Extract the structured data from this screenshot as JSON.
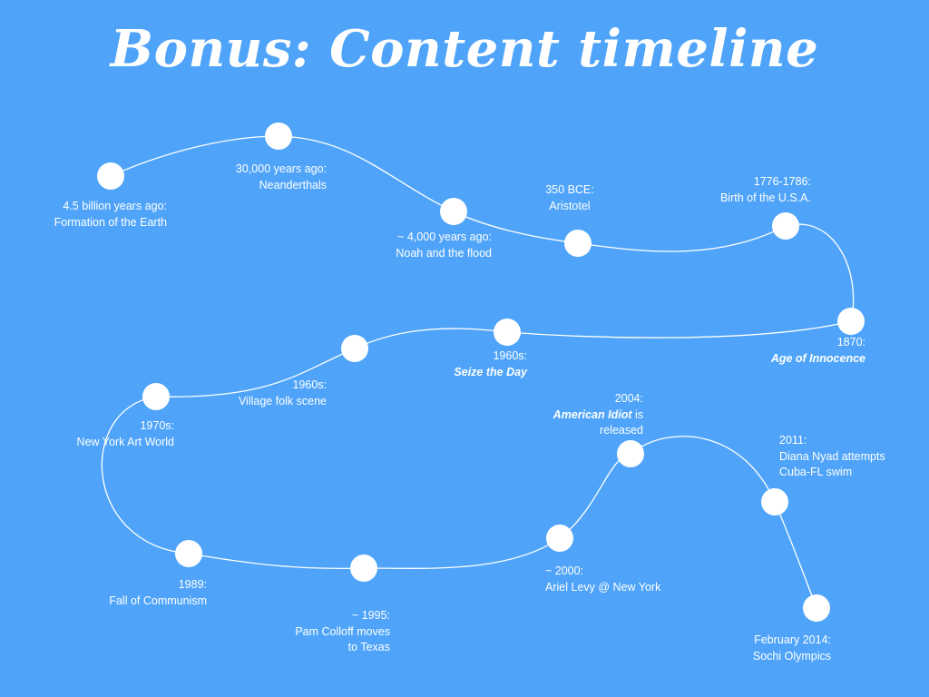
{
  "title": "Bonus: Content timeline",
  "colors": {
    "background": "#4fa4f9",
    "foreground": "#ffffff"
  },
  "events": [
    {
      "id": "earth",
      "lines": [
        "4.5 billion years ago:",
        "Formation of the Earth"
      ]
    },
    {
      "id": "neanderthals",
      "lines": [
        "30,000 years ago:",
        "Neanderthals"
      ]
    },
    {
      "id": "noah",
      "lines": [
        "~ 4,000 years ago:",
        "Noah and the flood"
      ]
    },
    {
      "id": "aristotel",
      "lines": [
        "350 BCE:",
        "Aristotel"
      ]
    },
    {
      "id": "usa",
      "lines": [
        "1776-1786:",
        "Birth of the U.S.A."
      ]
    },
    {
      "id": "age-of-innocence",
      "lines": [
        "1870:",
        "Age of Innocence"
      ]
    },
    {
      "id": "seize-the-day",
      "lines": [
        "1960s:",
        "Seize the Day"
      ]
    },
    {
      "id": "folk-scene",
      "lines": [
        "1960s:",
        "Village folk scene"
      ]
    },
    {
      "id": "art-world",
      "lines": [
        "1970s:",
        "New York Art World"
      ]
    },
    {
      "id": "communism",
      "lines": [
        "1989:",
        "Fall of Communism"
      ]
    },
    {
      "id": "colloff",
      "lines": [
        "~ 1995:",
        "Pam Colloff moves",
        "to Texas"
      ]
    },
    {
      "id": "ariel-levy",
      "lines": [
        "~ 2000:",
        "Ariel Levy @ New York"
      ]
    },
    {
      "id": "american-idiot",
      "lines": [
        "2004:",
        "American Idiot",
        " is",
        "released"
      ]
    },
    {
      "id": "nyad",
      "lines": [
        "2011:",
        "Diana Nyad attempts",
        "Cuba-FL swim"
      ]
    },
    {
      "id": "sochi",
      "lines": [
        "February 2014:",
        "Sochi Olympics"
      ]
    }
  ]
}
